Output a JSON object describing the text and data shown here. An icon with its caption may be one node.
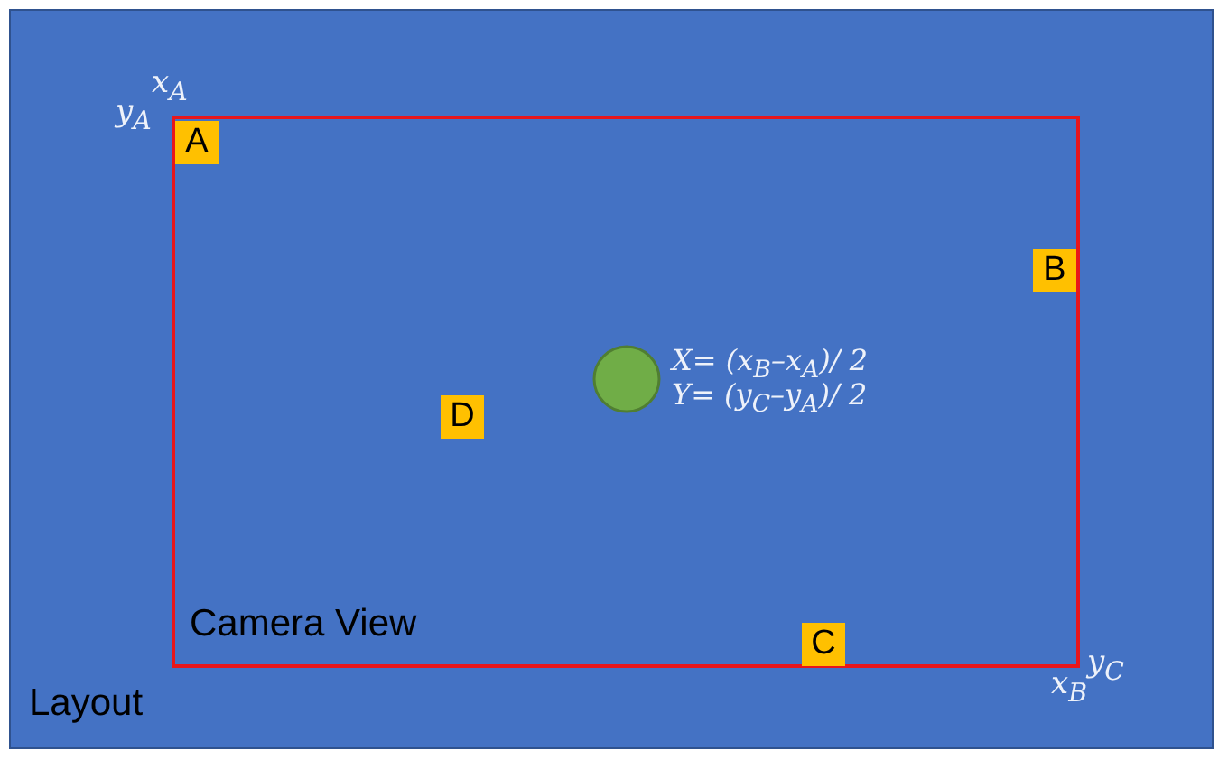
{
  "diagram": {
    "nodes": [
      {
        "text": [
          "Layout"
        ]
      },
      {
        "text": [
          "Camera View"
        ],
        "in": 0
      },
      {
        "text": [
          "A"
        ],
        "in": 1
      },
      {
        "text": [
          "B"
        ],
        "in": 1
      },
      {
        "text": [
          "C"
        ],
        "in": 1
      },
      {
        "text": [
          "D"
        ],
        "in": 1
      },
      {
        "text": [],
        "shape": "circle",
        "in": 1,
        "beside": [
          "X= (x$_{B}$–x$_{A}$)/ 2",
          "Y= (y$_{C}$–y$_{A}$)/ 2"
        ]
      }
    ],
    "edges": [],
    "labels": [
      "x$_{A}$",
      "y$_{A}$",
      "y$_{C}$",
      "x$_{B}$"
    ]
  }
}
